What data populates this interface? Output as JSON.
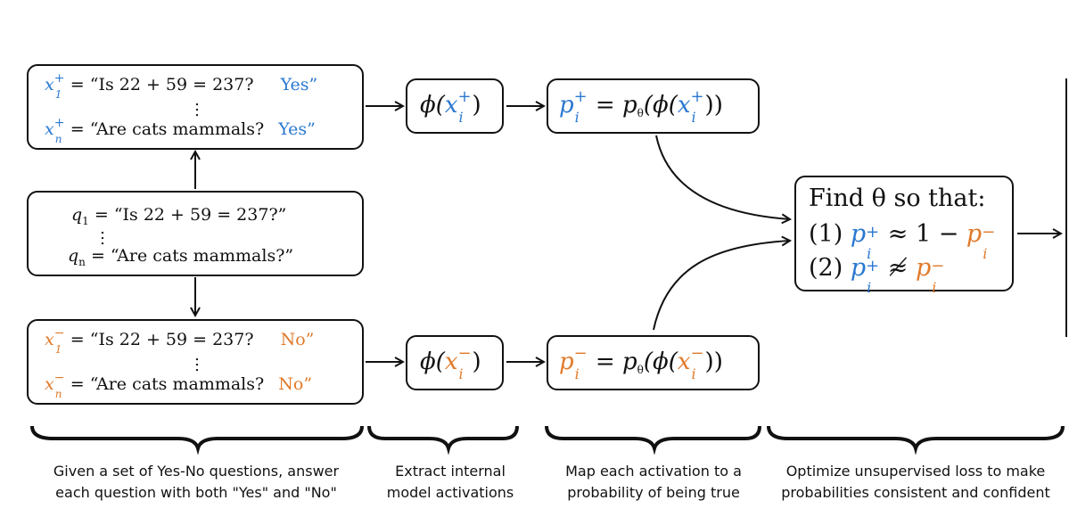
{
  "pos_box": {
    "line1_var": "x",
    "line1_sub": "1",
    "line1_sup": "+",
    "line1_text": "= “Is 22 + 59 = 237?",
    "line1_answer": "Yes”",
    "line2_var": "x",
    "line2_sub": "n",
    "line2_sup": "+",
    "line2_text": "= “Are cats mammals?",
    "line2_answer": "Yes”"
  },
  "q_box": {
    "line1_var": "q",
    "line1_sub": "1",
    "line1_text": "= “Is 22 + 59 = 237?”",
    "line2_var": "q",
    "line2_sub": "n",
    "line2_text": "= “Are cats mammals?”"
  },
  "neg_box": {
    "line1_var": "x",
    "line1_sub": "1",
    "line1_sup": "−",
    "line1_text": "= “Is 22 + 59 = 237?",
    "line1_answer": "No”",
    "line2_var": "x",
    "line2_sub": "n",
    "line2_sup": "−",
    "line2_text": "= “Are cats mammals?",
    "line2_answer": "No”"
  },
  "phi_pos": {
    "fn": "ϕ(",
    "var": "x",
    "sub": "i",
    "sup": "+",
    "close": ")"
  },
  "phi_neg": {
    "fn": "ϕ(",
    "var": "x",
    "sub": "i",
    "sup": "−",
    "close": ")"
  },
  "prob_pos": {
    "lhs": "p",
    "sub": "i",
    "sup": "+",
    "eq": "= p",
    "theta": "θ",
    "mid": "(ϕ(",
    "var": "x",
    "close": "))"
  },
  "prob_neg": {
    "lhs": "p",
    "sub": "i",
    "sup": "−",
    "eq": "= p",
    "theta": "θ",
    "mid": "(ϕ(",
    "var": "x",
    "close": "))"
  },
  "find_box": {
    "title": "Find θ so that:",
    "c1_label": "(1)",
    "c1_rel": "≈ 1 −",
    "c2_label": "(2)",
    "c2_rel": "≉",
    "p": "p",
    "sub": "i",
    "plus": "+",
    "minus": "−"
  },
  "captions": {
    "c1_line1": "Given a set of Yes-No questions, answer",
    "c1_line2": "each question with both \"Yes\" and \"No\"",
    "c2_line1": "Extract internal",
    "c2_line2": "model activations",
    "c3_line1": "Map each activation to a",
    "c3_line2": "probability of being true",
    "c4_line1": "Optimize unsupervised loss to make",
    "c4_line2": "probabilities consistent and confident"
  },
  "colors": {
    "positive": "#2a78d0",
    "negative": "#e07a2a",
    "stroke": "#111111"
  }
}
